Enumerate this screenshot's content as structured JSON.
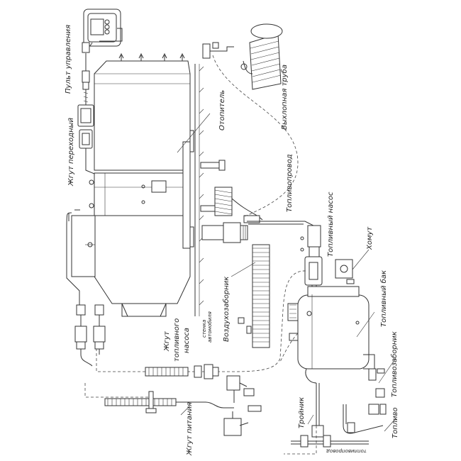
{
  "labels": {
    "control_panel": "Пульт управления",
    "adapter_harness": "Жгут переходный",
    "heater": "Отопитель",
    "exhaust_pipe": "Выхлопная труба",
    "fuel_line": "Топливопровод",
    "fuel_pump": "Топливный насос",
    "clamp": "Хомут",
    "fuel_tank": "Топливный бак",
    "fuel_intake": "Топливозаборник",
    "fuel": "Топливо",
    "tee": "Тройник",
    "fuel_line_bottom": "топливопровод",
    "air_intake": "Воздухозаборник",
    "wall_line1": "стенка",
    "wall_line2": "автомобиля",
    "pump_harness_line1": "Жгут",
    "pump_harness_line2": "топливного",
    "pump_harness_line3": "насоса",
    "power_harness": "Жгут питания"
  }
}
